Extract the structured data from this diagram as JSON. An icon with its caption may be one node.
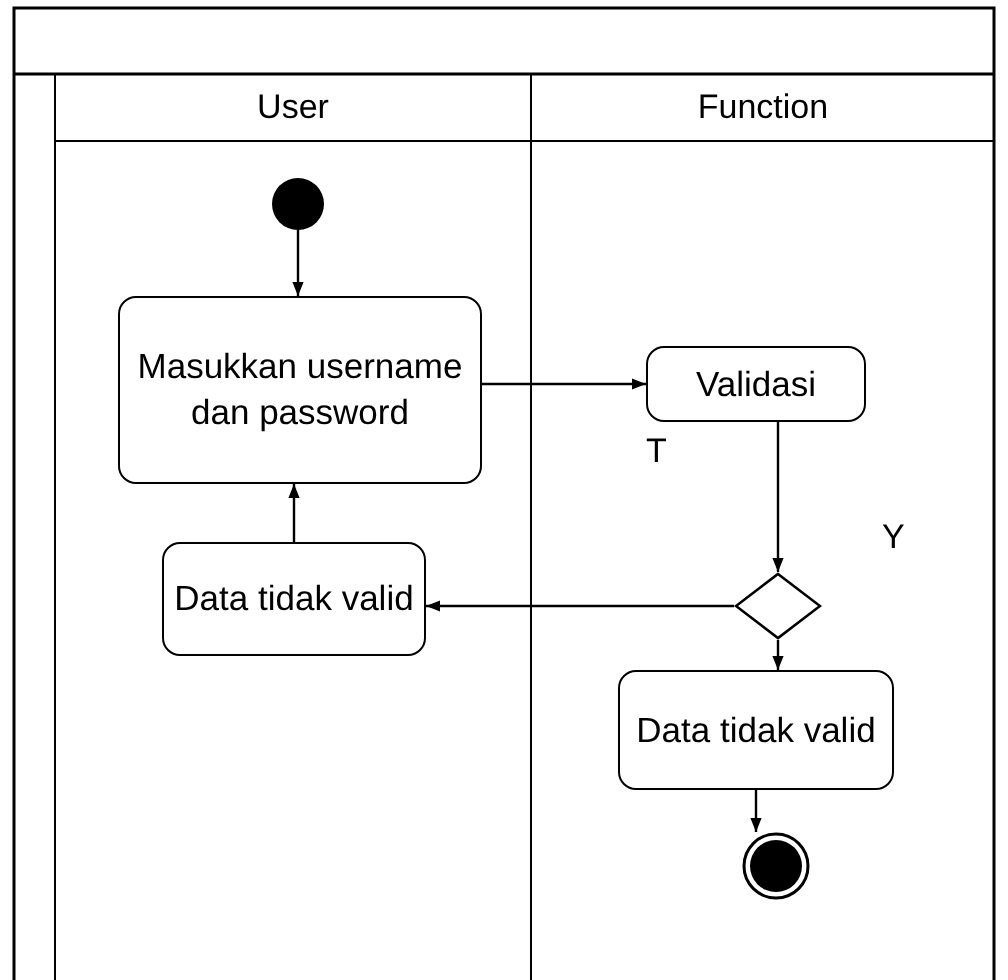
{
  "diagram": {
    "nodes": [
      {
        "text": [
          "User"
        ]
      },
      {
        "text": [
          "Function"
        ]
      },
      {
        "text": [],
        "shape": "circle",
        "in": 0
      },
      {
        "text": [
          "Masukkan username dan password"
        ],
        "in": 0
      },
      {
        "text": [
          "Validasi"
        ],
        "in": 1
      },
      {
        "text": [],
        "shape": "diamond",
        "in": 1
      },
      {
        "text": [
          "Data tidak valid"
        ],
        "in": 0
      },
      {
        "text": [
          "Data tidak valid"
        ],
        "in": 1
      },
      {
        "text": [],
        "shape": "circle",
        "in": 1
      }
    ],
    "edges": [
      {
        "from": 2,
        "to": 3,
        "arrow": "to"
      },
      {
        "from": 3,
        "to": 4,
        "arrow": "to"
      },
      {
        "from": 4,
        "to": 5,
        "arrow": "to"
      },
      {
        "from": 5,
        "to": 6,
        "arrow": "to"
      },
      {
        "from": 5,
        "to": 7,
        "arrow": "to"
      },
      {
        "from": 7,
        "to": 8,
        "arrow": "to"
      },
      {
        "from": 6,
        "to": 3,
        "arrow": "to"
      }
    ],
    "labels": [
      "T",
      "Y"
    ]
  }
}
